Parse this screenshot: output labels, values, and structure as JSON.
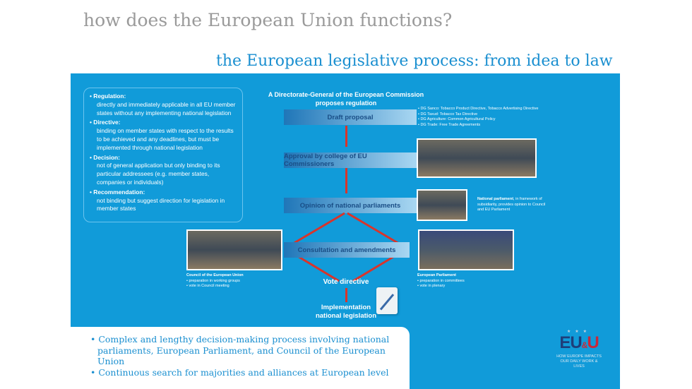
{
  "title": "how does the European Union functions?",
  "subtitle": "the European legislative process: from idea to law",
  "types": [
    {
      "term": "Regulation:",
      "desc": "directly and immediately applicable in all EU member states without any implementing national legislation"
    },
    {
      "term": "Directive:",
      "desc": "binding on member states with respect to the results to be achieved and any deadlines, but must be implemented through national legislation"
    },
    {
      "term": "Decision:",
      "desc": "not of general application but only binding to its particular addressees (e.g. member states, companies or individuals)"
    },
    {
      "term": "Recommendation:",
      "desc": "not binding but suggest direction for legislation in member states"
    }
  ],
  "flow": {
    "heading1": "A Directorate-General of the European Commission",
    "heading2": "proposes regulation",
    "draft": "Draft proposal",
    "dg": [
      "• DG Sanco: Tobacco Product Directive, Tobacco Advertising Directive",
      "• DG Taxud: Tobacco Tax Directive",
      "• DG Agriculture: Common Agricultural Policy",
      "• DG Trade: Free Trade Agreements"
    ],
    "approval": "Approval by college of EU Commissioners",
    "opinion": "Opinion of national parliaments",
    "natparl_bold": "National parliament",
    "natparl_text": ", in framework of subsidiarity, provides opinion to Council and EU Parliament",
    "consultation": "Consultation and amendments",
    "council_title": "Council of the European Union",
    "council_items": [
      "• preparation in working groups",
      "• vote in Council meeting"
    ],
    "ep_title": "European Parliament",
    "ep_items": [
      "• preparation in committees",
      "• vote in plenary"
    ],
    "vote": "Vote directive",
    "impl1": "Implementation",
    "impl2": "national legislation"
  },
  "bottom": [
    "• Complex and lengthy decision-making process involving national parliaments, European Parliament, and Council of the European Union",
    "• Continuous search for majorities and alliances at European level"
  ],
  "logo": {
    "text": "EU&U",
    "tag1": "HOW EUROPE IMPACTS",
    "tag2": "OUR DAILY WORK & LIVES"
  }
}
